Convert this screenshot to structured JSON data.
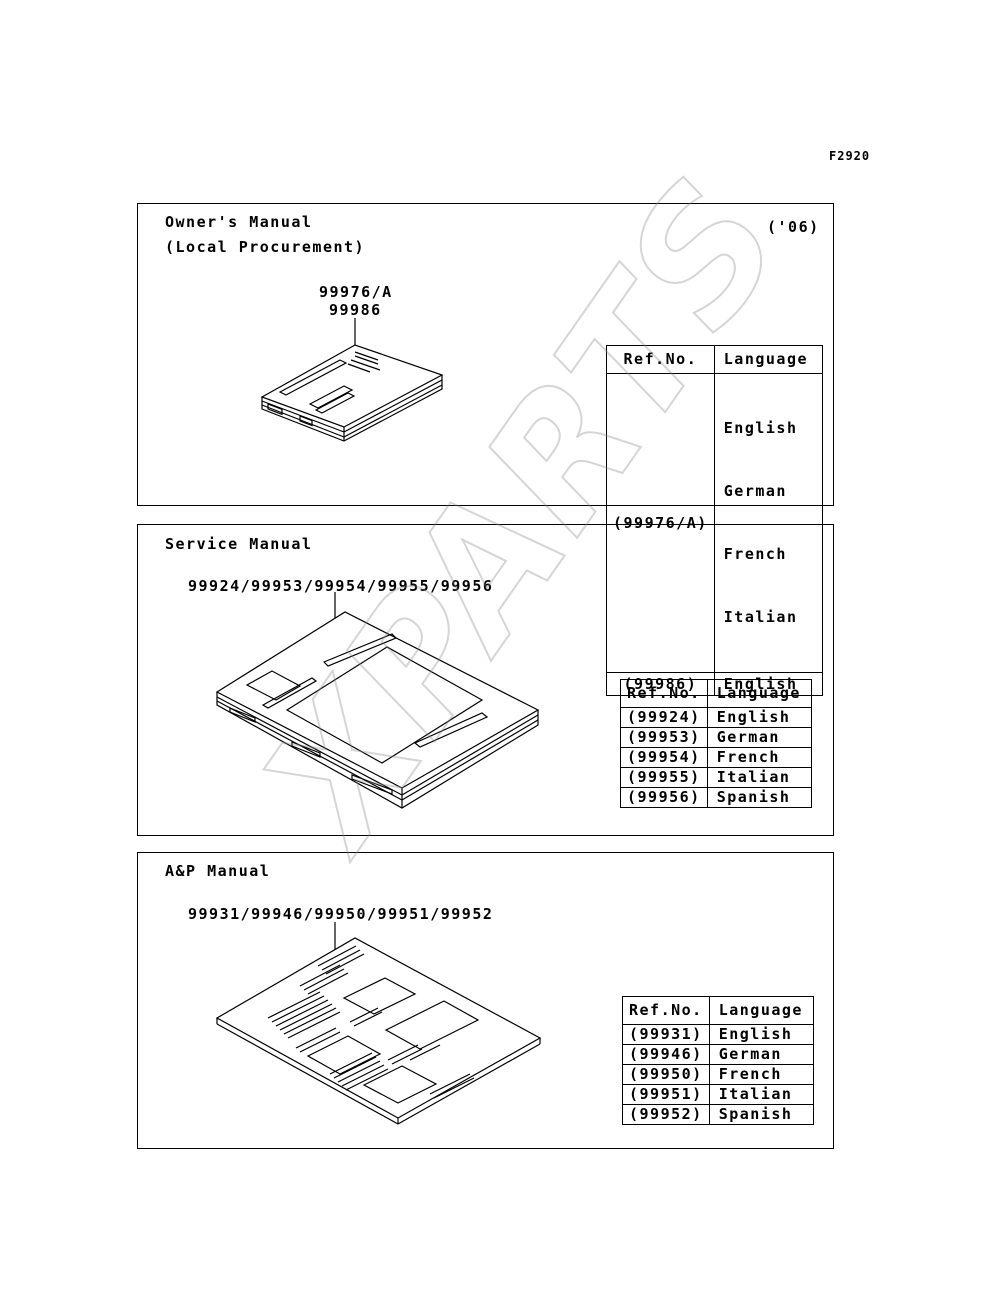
{
  "figure_code": "F2920",
  "panels": {
    "owners": {
      "title": "Owner's Manual",
      "subtitle": "(Local Procurement)",
      "year": "('06)",
      "part_numbers": [
        "99976/A",
        "99986"
      ],
      "table": {
        "header_ref": "Ref.No.",
        "header_lang": "Language",
        "rows": [
          {
            "ref": "(99976/A)",
            "langs": [
              "English",
              "German",
              "French",
              "Italian"
            ]
          },
          {
            "ref": "(99986)",
            "langs": [
              "English"
            ]
          }
        ]
      }
    },
    "service": {
      "title": "Service Manual",
      "part_numbers": "99924/99953/99954/99955/99956",
      "table": {
        "header_ref": "Ref.No.",
        "header_lang": "Language",
        "rows": [
          {
            "ref": "(99924)",
            "lang": "English"
          },
          {
            "ref": "(99953)",
            "lang": "German"
          },
          {
            "ref": "(99954)",
            "lang": "French"
          },
          {
            "ref": "(99955)",
            "lang": "Italian"
          },
          {
            "ref": "(99956)",
            "lang": "Spanish"
          }
        ]
      }
    },
    "ap": {
      "title": "A&P Manual",
      "part_numbers": "99931/99946/99950/99951/99952",
      "table": {
        "header_ref": "Ref.No.",
        "header_lang": "Language",
        "rows": [
          {
            "ref": "(99931)",
            "lang": "English"
          },
          {
            "ref": "(99946)",
            "lang": "German"
          },
          {
            "ref": "(99950)",
            "lang": "French"
          },
          {
            "ref": "(99951)",
            "lang": "Italian"
          },
          {
            "ref": "(99952)",
            "lang": "Spanish"
          }
        ]
      }
    }
  },
  "watermark": "XPARTS"
}
